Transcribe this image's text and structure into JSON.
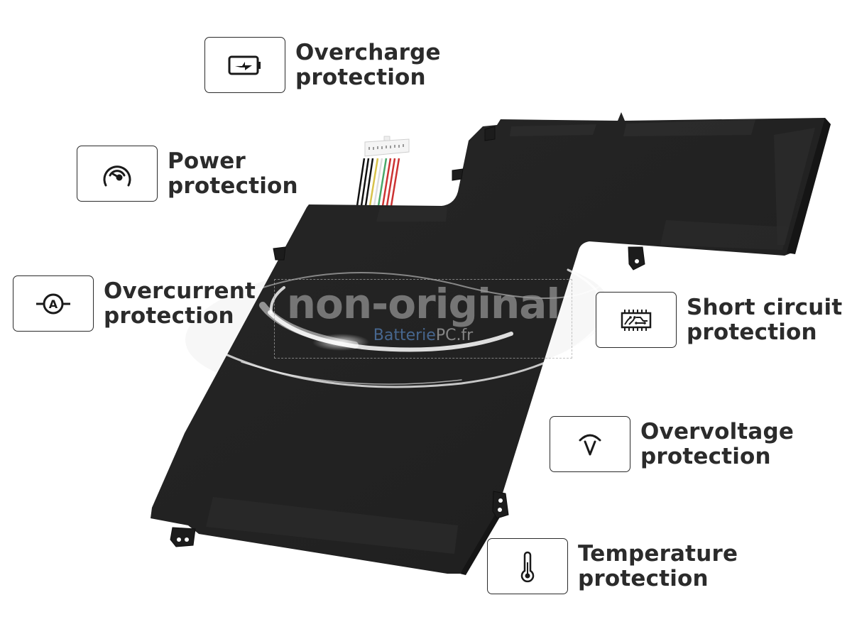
{
  "product": {
    "type": "laptop battery",
    "connector_wire_colors": [
      "#111111",
      "#111111",
      "#111111",
      "#d8c24a",
      "#e8e8e8",
      "#4aa86a",
      "#cc3333",
      "#cc3333",
      "#cc3333"
    ],
    "body_color": "#232323"
  },
  "watermark": {
    "main": "non-original",
    "brand_part1": "Batterie",
    "brand_part2": "PC.fr"
  },
  "features": [
    {
      "id": "overcharge",
      "icon": "battery-charging-icon",
      "line1": "Overcharge",
      "line2": "protection"
    },
    {
      "id": "power",
      "icon": "gauge-icon",
      "line1": "Power",
      "line2": "protection"
    },
    {
      "id": "overcurrent",
      "icon": "ammeter-icon",
      "line1": "Overcurrent",
      "line2": "protection"
    },
    {
      "id": "short-circuit",
      "icon": "circuit-chip-icon",
      "line1": "Short circuit",
      "line2": "protection"
    },
    {
      "id": "overvoltage",
      "icon": "voltage-icon",
      "line1": "Overvoltage",
      "line2": "protection"
    },
    {
      "id": "temperature",
      "icon": "thermometer-icon",
      "line1": "Temperature",
      "line2": "protection"
    }
  ],
  "colors": {
    "text": "#2b2b2b",
    "border": "#2a2a2a",
    "background": "#ffffff"
  }
}
